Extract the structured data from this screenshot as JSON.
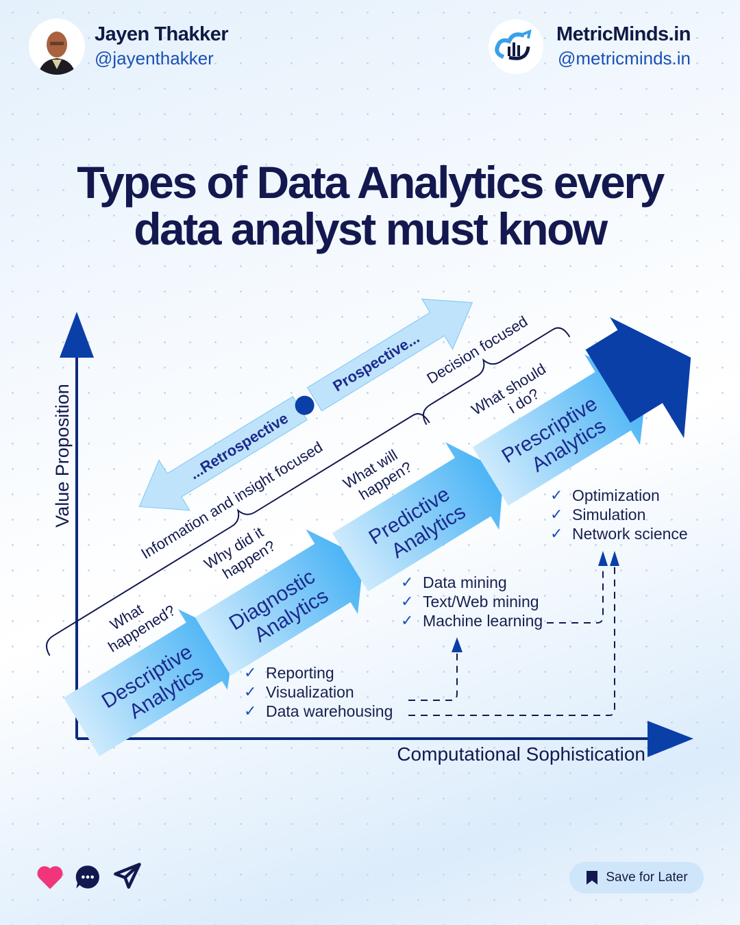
{
  "header": {
    "author_name": "Jayen Thakker",
    "author_handle": "@jayenthakker",
    "brand_name": "MetricMinds.in",
    "brand_handle": "@metricminds.in"
  },
  "title": {
    "line1": "Types of Data Analytics every",
    "line2": "data analyst must know"
  },
  "diagram": {
    "y_axis": "Value Proposition",
    "x_axis": "Computational Sophistication",
    "stages": [
      {
        "line1": "Descriptive",
        "line2": "Analytics",
        "q1": "What",
        "q2": "happened?"
      },
      {
        "line1": "Diagnostic",
        "line2": "Analytics",
        "q1": "Why did it",
        "q2": "happen?"
      },
      {
        "line1": "Predictive",
        "line2": "Analytics",
        "q1": "What will",
        "q2": "happen?"
      },
      {
        "line1": "Prescriptive",
        "line2": "Analytics",
        "q1": "What should",
        "q2": "i do?"
      }
    ],
    "bracket_info": "Information and insight focused",
    "bracket_decision": "Decision focused",
    "retrospective": "...Retrospective",
    "prospective": "Prospective...",
    "lists": {
      "descriptive": [
        "Reporting",
        "Visualization",
        "Data warehousing"
      ],
      "predictive": [
        "Data mining",
        "Text/Web mining",
        "Machine learning"
      ],
      "prescriptive": [
        "Optimization",
        "Simulation",
        "Network science"
      ]
    },
    "colors": {
      "dark": "#0a3fa8",
      "light": "#bfe3fb",
      "mid": "#4db3f5"
    }
  },
  "footer": {
    "save_label": "Save for Later"
  }
}
